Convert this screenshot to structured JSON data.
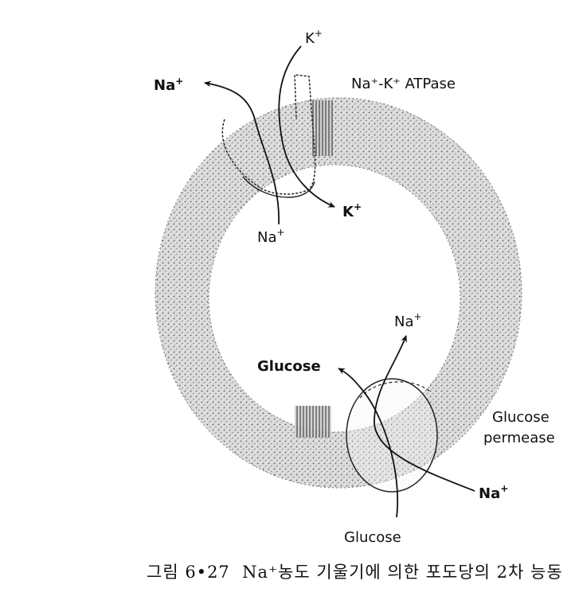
{
  "labels": {
    "k_top": "K",
    "k_top_charge": "+",
    "na_top_left": "Na",
    "na_top_left_charge": "+",
    "pump_title": "Na⁺-K⁺ ATPase",
    "k_inside": "K",
    "k_inside_charge": "+",
    "na_inside": "Na",
    "na_inside_charge": "+",
    "na_center": "Na",
    "na_center_charge": "+",
    "glucose_inside": "Glucose",
    "permease_line1": "Glucose",
    "permease_line2": "permease",
    "na_bottom_right": "Na",
    "na_bottom_right_charge": "+",
    "glucose_outside": "Glucose"
  },
  "caption": {
    "text": "그림 6•27  Na⁺농도 기울기에 의한 포도당의 2차 능동"
  },
  "colors": {
    "ink": "#111111",
    "membrane": "#d8d8d8",
    "stipple": "#5a5a5a"
  }
}
